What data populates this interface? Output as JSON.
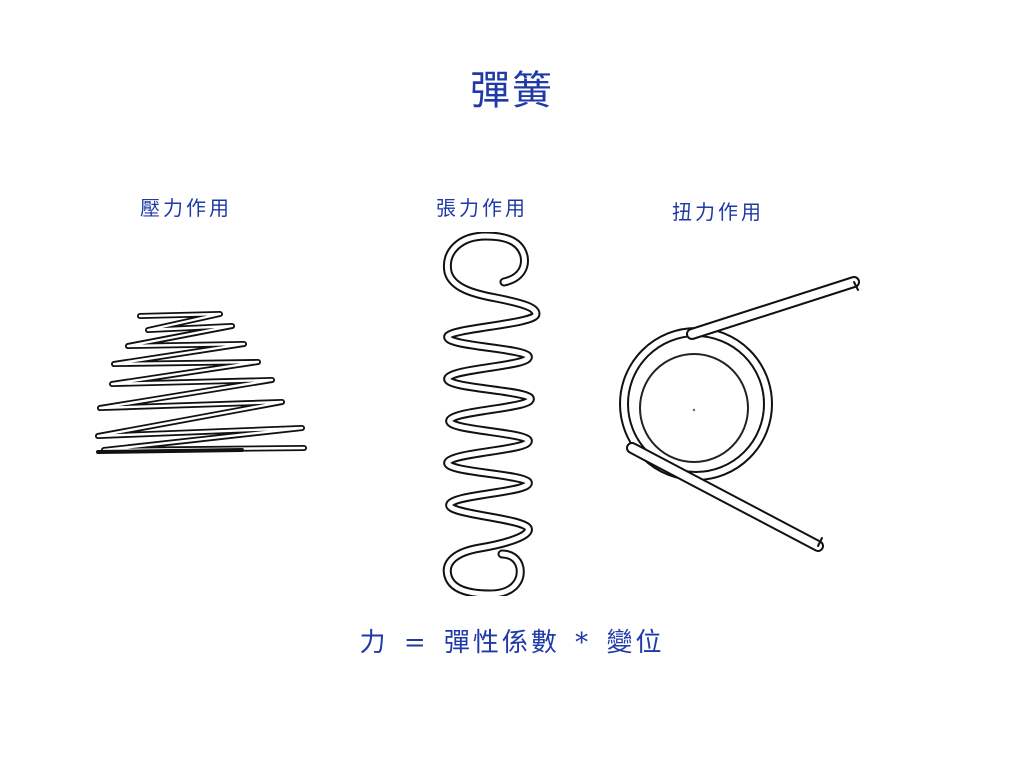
{
  "title": "彈簧",
  "accent_color": "#1f3aa8",
  "springs": [
    {
      "label": "壓力作用",
      "figure": "compression-spring"
    },
    {
      "label": "張力作用",
      "figure": "tension-spring"
    },
    {
      "label": "扭力作用",
      "figure": "torsion-spring"
    }
  ],
  "formula": {
    "force": "力",
    "equals": "=",
    "constant": "彈性係數",
    "times": "*",
    "displacement": "變位"
  }
}
